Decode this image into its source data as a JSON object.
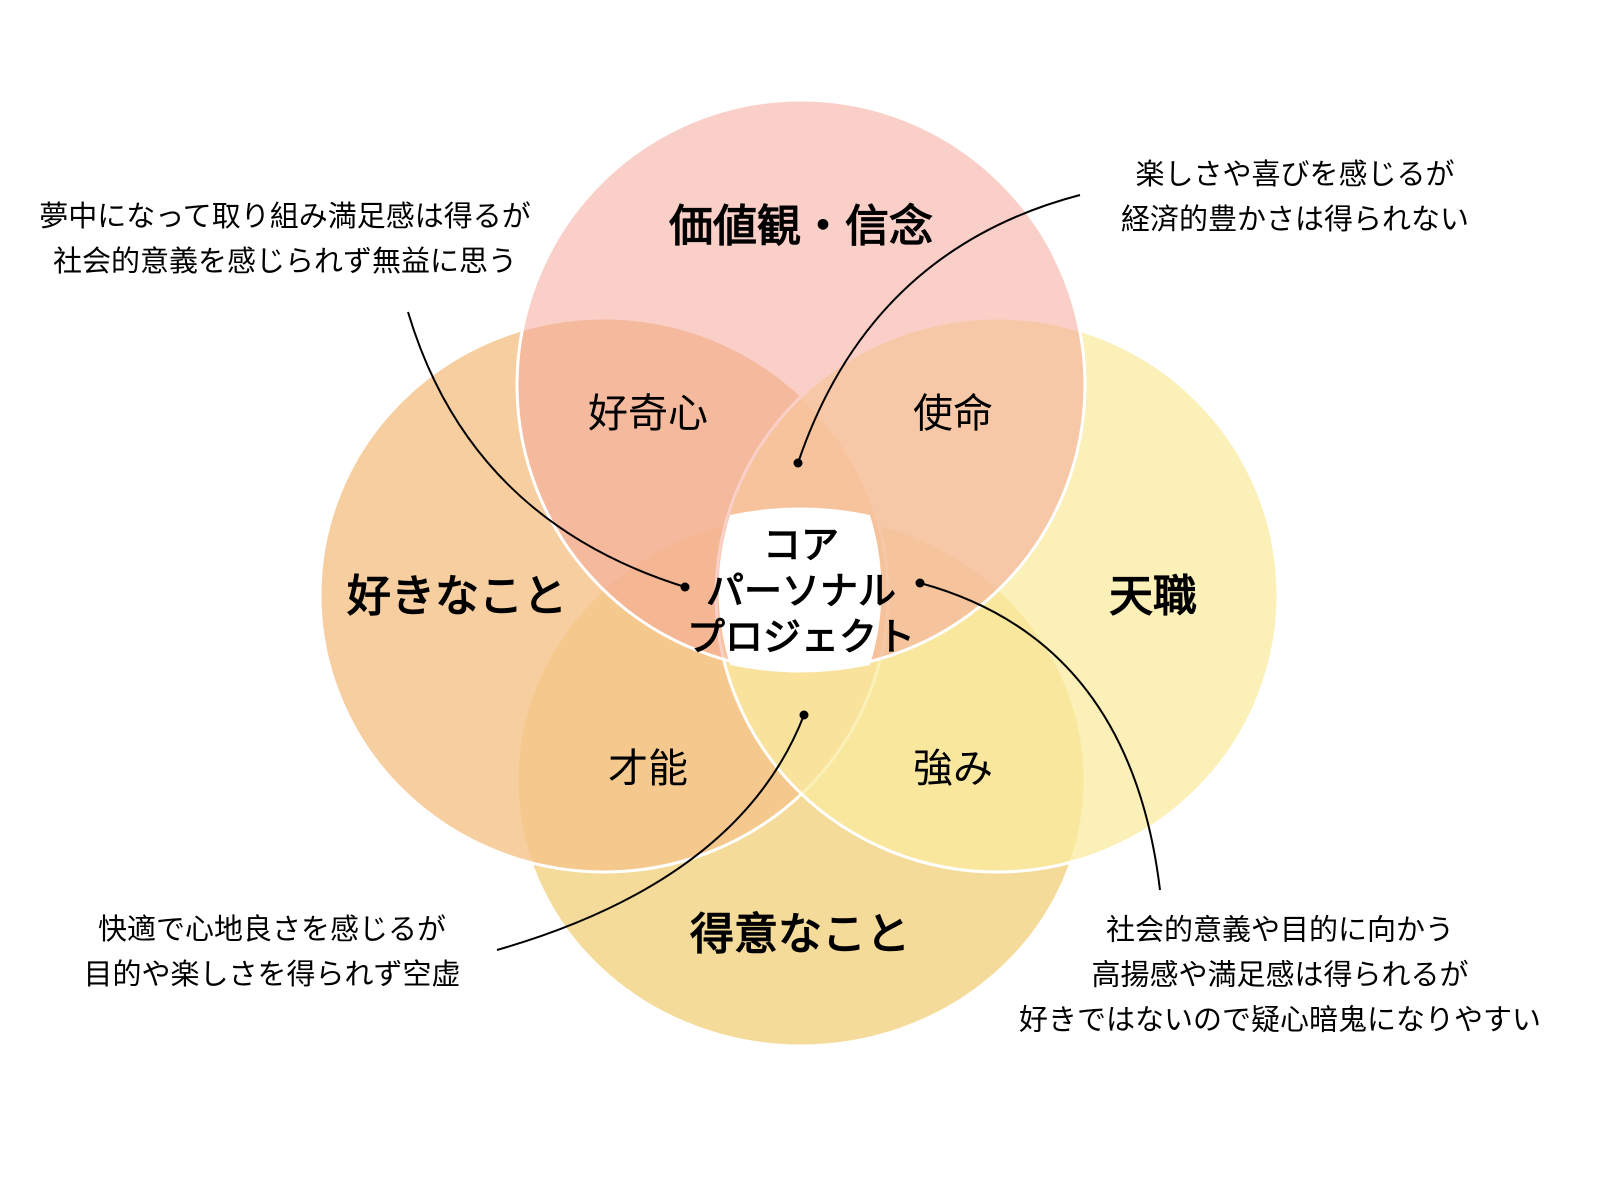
{
  "colors": {
    "values_circle": "#F4A79B",
    "likes_circle": "#F5C38A",
    "vocation_circle": "#F9EBA0",
    "skills_circle": "#F4D78E",
    "line": "#000000"
  },
  "circles": {
    "top": "価値観・信念",
    "left": "好きなこと",
    "right": "天職",
    "bottom": "得意なこと"
  },
  "overlaps": {
    "top_left": "好奇心",
    "top_right": "使命",
    "bottom_left": "才能",
    "bottom_right": "強み"
  },
  "core": [
    "コア",
    "パーソナル",
    "プロジェクト"
  ],
  "callouts": {
    "top_left": [
      "夢中になって取り組み満足感は得るが",
      "社会的意義を感じられず無益に思う"
    ],
    "top_right": [
      "楽しさや喜びを感じるが",
      "経済的豊かさは得られない"
    ],
    "bottom_left": [
      "快適で心地良さを感じるが",
      "目的や楽しさを得られず空虚"
    ],
    "bottom_right": [
      "社会的意義や目的に向かう",
      "高揚感や満足感は得られるが",
      "好きではないので疑心暗鬼になりやすい"
    ]
  }
}
